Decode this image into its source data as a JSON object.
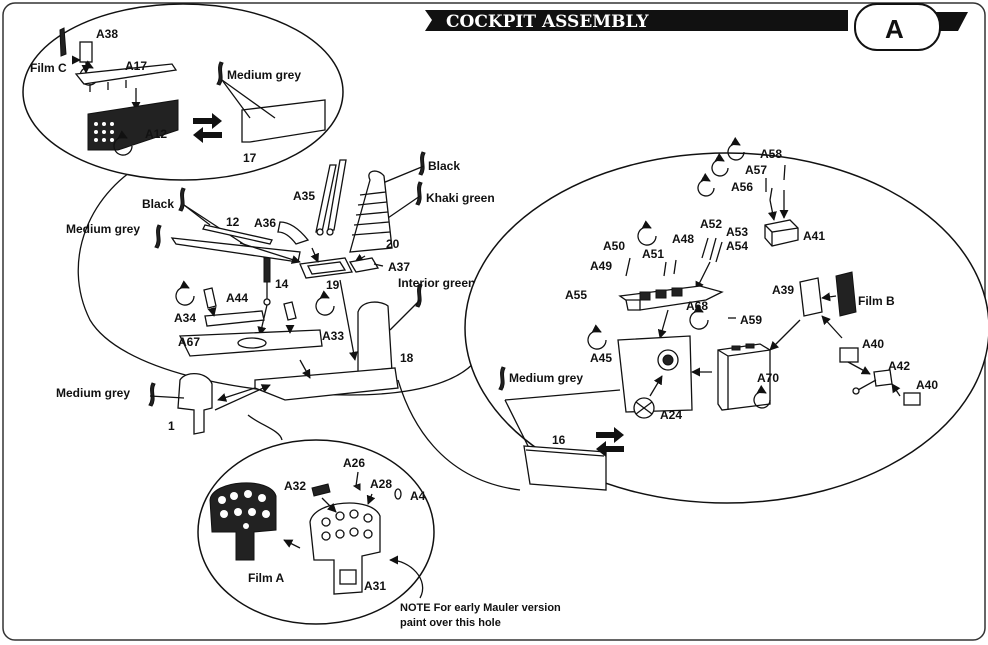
{
  "header": {
    "title": "COCKPIT ASSEMBLY",
    "step": "A"
  },
  "labels": {
    "a38": "A38",
    "film_c": "Film C",
    "a17": "A17",
    "a12": "A12",
    "medium_grey_top": "Medium grey",
    "p17": "17",
    "black_seat": "Black",
    "khaki_green": "Khaki green",
    "a35": "A35",
    "p20": "20",
    "black_left": "Black",
    "medium_grey_left": "Medium grey",
    "p12": "12",
    "a36": "A36",
    "p19": "19",
    "a37": "A37",
    "interior_green": "Interior green",
    "p14": "14",
    "a44": "A44",
    "a34": "A34",
    "a33": "A33",
    "a67": "A67",
    "p18": "18",
    "medium_grey_bottom": "Medium grey",
    "p1": "1",
    "a26": "A26",
    "a32": "A32",
    "a28": "A28",
    "a4": "A4",
    "a31": "A31",
    "film_a": "Film A",
    "note_line1": "NOTE  For  early  Mauler  version",
    "note_line2": "paint over this hole",
    "a58": "A58",
    "a57": "A57",
    "a56": "A56",
    "a52": "A52",
    "a53": "A53",
    "a54": "A54",
    "a41": "A41",
    "a50": "A50",
    "a51": "A51",
    "a48": "A48",
    "a49": "A49",
    "a55": "A55",
    "a39": "A39",
    "film_b": "Film B",
    "a68": "A68",
    "a59": "A59",
    "a45": "A45",
    "a70": "A70",
    "medium_grey_right": "Medium grey",
    "a24": "A24",
    "p16": "16",
    "a40_top": "A40",
    "a42": "A42",
    "a40_bottom": "A40"
  }
}
